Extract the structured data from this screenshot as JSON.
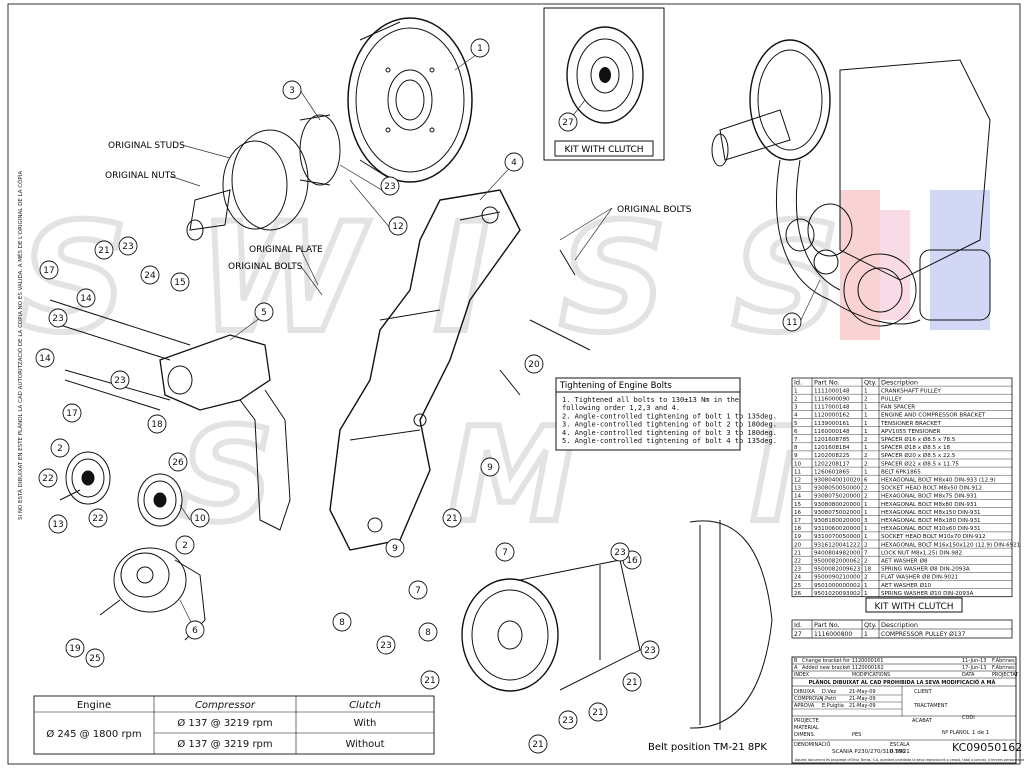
{
  "side_note": "SI NO ESTÀ DIBUIXAT EN ESTE PLÀNOL LA CAD AUTORITZACIÓ DE LA COPIA NO ES VALIDA. A MÉS DE L'ORIGINAL DE LA CÒPIA",
  "watermark": "SWISS",
  "callouts": [
    "1",
    "2",
    "3",
    "4",
    "5",
    "6",
    "7",
    "8",
    "9",
    "10",
    "11",
    "12",
    "13",
    "14",
    "15",
    "16",
    "17",
    "18",
    "19",
    "20",
    "21",
    "22",
    "23",
    "24",
    "25",
    "26",
    "27"
  ],
  "labels": {
    "original_studs": "ORIGINAL STUDS",
    "original_nuts": "ORIGINAL NUTS",
    "original_plate": "ORIGINAL PLATE",
    "original_bolts_left": "ORIGINAL BOLTS",
    "original_bolts_right": "ORIGINAL BOLTS",
    "kit_with_clutch_top": "KIT WITH CLUTCH",
    "belt_position": "Belt position  TM-21  8PK"
  },
  "tightening": {
    "title": "Tightening of Engine Bolts",
    "lines": [
      "1. Tightened all bolts to 130±13 Nm in the",
      "   following order 1,2,3 and 4.",
      "2. Angle-controlled tightening of bolt 1 to 135deg.",
      "3. Angle-controlled tightening of bolt 2 to 180deg.",
      "4. Angle-controlled tightening of bolt 3 to 180deg.",
      "5. Angle-controlled tightening of bolt 4 to 135deg."
    ]
  },
  "bom": {
    "headers": [
      "Id.",
      "Part No.",
      "Qty.",
      "Description"
    ],
    "rows": [
      [
        "1",
        "1111000148",
        "1",
        "CRANKSHAFT PULLEY"
      ],
      [
        "2",
        "1116000090",
        "2",
        "PULLEY"
      ],
      [
        "3",
        "1117000148",
        "1",
        "FAN SPACER"
      ],
      [
        "4",
        "1120000162",
        "1",
        "ENGINE AND COMPRESSOR BRACKET"
      ],
      [
        "5",
        "1139000161",
        "1",
        "TENSIONER BRACKET"
      ],
      [
        "6",
        "1160000148",
        "1",
        "APV1055 TENSIONER"
      ],
      [
        "7",
        "1201608785",
        "2",
        "SPACER Ø16 x Ø8.5 x 78.5"
      ],
      [
        "8",
        "1201608184",
        "1",
        "SPACER Ø18 x Ø8.5 x 18"
      ],
      [
        "9",
        "1202008225",
        "2",
        "SPACER Ø20 x Ø8.5 x 22.5"
      ],
      [
        "10",
        "1202208117",
        "2",
        "SPACER Ø22 x Ø8.5 x 11.75"
      ],
      [
        "11",
        "1260601865",
        "1",
        "BELT 6PK1865"
      ],
      [
        "12",
        "9308040010020",
        "6",
        "HEXAGONAL BOLT M8x40 DIN-933 (12.9)"
      ],
      [
        "13",
        "9308050050000",
        "2",
        "SOCKET HEAD BOLT M8x50 DIN-912"
      ],
      [
        "14",
        "9308075020000",
        "2",
        "HEXAGONAL BOLT M8x75 DIN-931"
      ],
      [
        "15",
        "9308080020000",
        "1",
        "HEXAGONAL BOLT M8x80 DIN-931"
      ],
      [
        "16",
        "9308075002000",
        "1",
        "HEXAGONAL BOLT M8x150 DIN-931"
      ],
      [
        "17",
        "9308180020000",
        "3",
        "HEXAGONAL BOLT M8x180 DIN-931"
      ],
      [
        "18",
        "9310060020000",
        "1",
        "HEXAGONAL BOLT M10x60 DIN-931"
      ],
      [
        "19",
        "9310070050000",
        "1",
        "SOCKET HEAD BOLT M10x70 DIN-912"
      ],
      [
        "20",
        "9316120041222",
        "2",
        "HEXAGONAL BOLT M16x150x120 (12.9) DIN-6921"
      ],
      [
        "21",
        "9400804982000",
        "7",
        "LOCK NUT M8x1.25) DIN-982"
      ],
      [
        "22",
        "9500082000062",
        "2",
        "AET WASHER Ø8"
      ],
      [
        "23",
        "9500082009623",
        "18",
        "SPRING WASHER Ø8 DIN-2093A"
      ],
      [
        "24",
        "9500090210000",
        "2",
        "FLAT WASHER Ø8 DIN-9021"
      ],
      [
        "25",
        "9501000000002",
        "1",
        "AET WASHER Ø10"
      ],
      [
        "26",
        "9501020093002",
        "1",
        "SPRING WASHER Ø10 DIN-2093A"
      ]
    ]
  },
  "kit_table": {
    "title": "KIT WITH CLUTCH",
    "headers": [
      "Id.",
      "Part No.",
      "Qty.",
      "Description"
    ],
    "rows": [
      [
        "27",
        "1116000800",
        "1",
        "COMPRESSOR PULLEY Ø137"
      ]
    ]
  },
  "revisions": {
    "rows": [
      [
        "B",
        "Change bracket for 1120000161",
        "",
        "",
        "",
        "11-Jun-13",
        "F.Abrines"
      ],
      [
        "A",
        "Added new bracket 1120000162",
        "",
        "",
        "",
        "17-Jun-13",
        "F.Abrines"
      ]
    ],
    "headers": [
      "INDEX",
      "MODIFICATIONS",
      "",
      "",
      "",
      "DATA",
      "PROJECTAT"
    ],
    "notice": "PLÀNOL DIBUIXAT AL CAD PROHIBIDA LA SEVA MODIFICACIÓ A MÀ",
    "dibuixa_label": "DIBUIXA",
    "dibuixa_name": "D.Vez",
    "dibuixa_date": "21-May-09",
    "comprova_label": "COMPROVA",
    "comprova_name": "J.Petit",
    "comprova_date": "21-May-09",
    "aprova_label": "APROVA",
    "aprova_name": "E.Puigtia",
    "aprova_date": "21-May-09",
    "client_label": "CLIENT",
    "tractament_label": "TRACTAMENT",
    "acabat_label": "ACABAT",
    "codi_label": "CODI",
    "projecte_label": "PROJECTE",
    "material_label": "MATERIAL",
    "dimensions_label": "DIMENS.",
    "pes_label": "PES",
    "escala_label": "ESCALA",
    "escala_value": "0.550",
    "denominacio_label": "DENOMINACIÓ",
    "denominacio": "SCANIA P230/270/310 TM21",
    "plano_label": "Nº PLANOL",
    "sheet": "1 de 1",
    "drawing_number": "KC09050162",
    "footer": "Aquest document és propietat d'Oliva Torras, S.A. quedant prohibida la seva reproducció o cessió, total o parcial, a tercers persones sense autorització prèvia."
  },
  "speed_table": {
    "headers": [
      "Engine",
      "Compressor",
      "Clutch"
    ],
    "rows": [
      [
        "Ø 245 @ 1800 rpm",
        "Ø 137 @ 3219 rpm",
        "With"
      ],
      [
        "",
        "Ø 137 @ 3219 rpm",
        "Without"
      ]
    ]
  }
}
